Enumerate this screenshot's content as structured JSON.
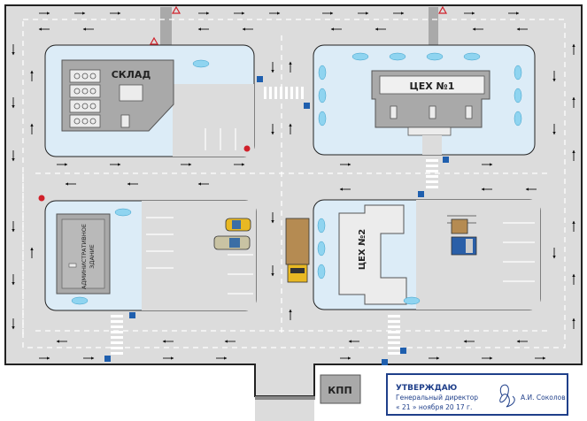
{
  "buildings": {
    "warehouse": "СКЛАД",
    "shop1": "ЦЕХ №1",
    "shop2": "ЦЕХ №2",
    "admin_line1": "АДМИНИСТРАТИВНОЕ",
    "admin_line2": "ЗДАНИЕ",
    "checkpoint": "КПП"
  },
  "approval": {
    "heading": "УТВЕРЖДАЮ",
    "position": "Генеральный директор",
    "date": "« 21 » ноября 20 17 г.",
    "name": "А.И. Соколов"
  },
  "colors": {
    "road": "#dcdcdc",
    "zone": "#dcecf7",
    "building": "#a9a9a9",
    "outline": "#222222",
    "sign": "#1f5fae",
    "hazard": "#d0202a",
    "shrub": "#8fd4f0"
  },
  "icons": {
    "sign": "info-sign-icon",
    "hazard": "warning-triangle-icon",
    "point": "fire-point-icon",
    "shrub": "shrub-icon"
  }
}
